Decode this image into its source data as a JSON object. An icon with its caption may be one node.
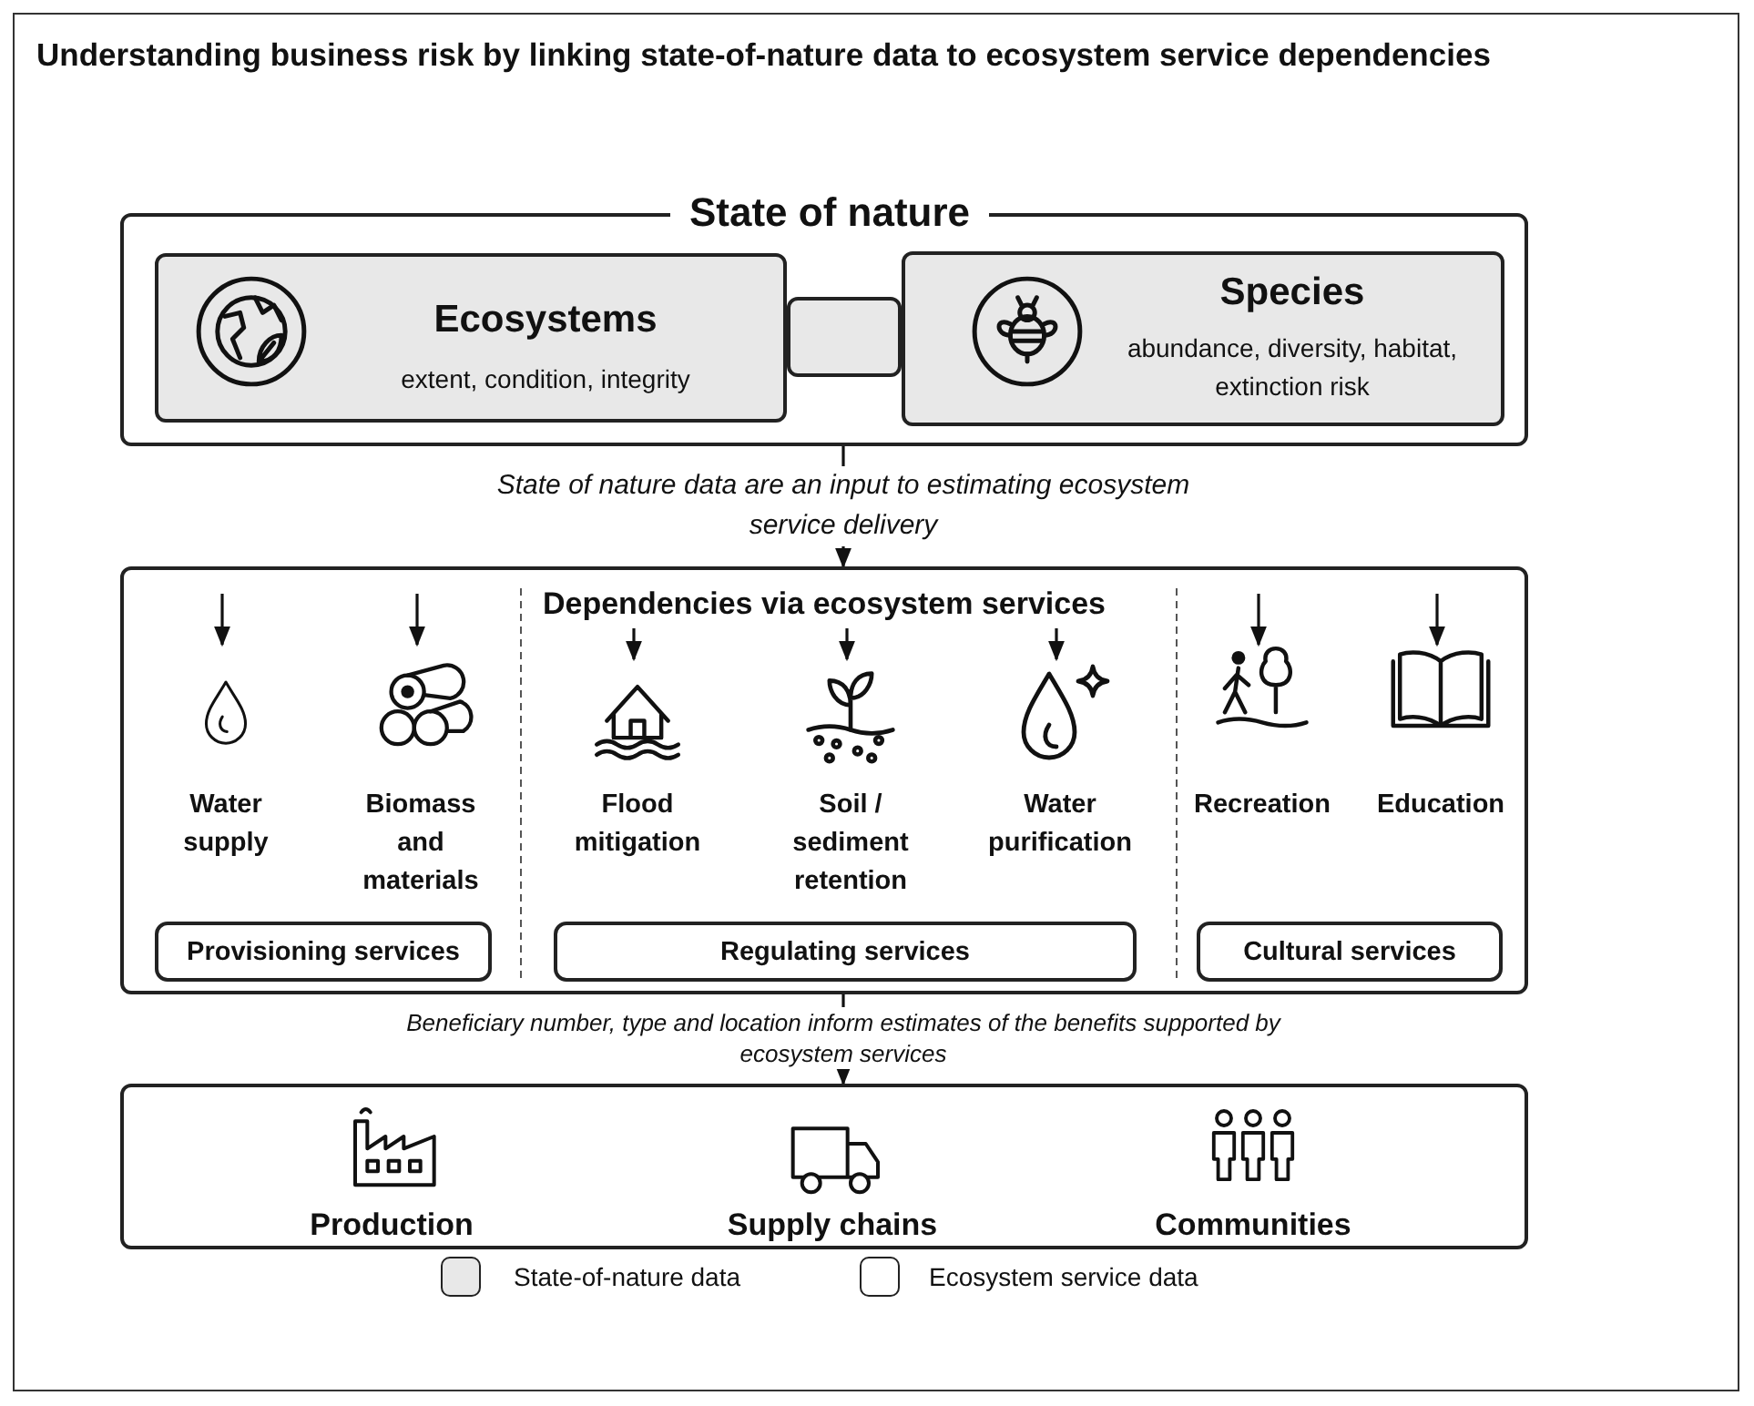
{
  "diagram": {
    "title": "Understanding business risk by linking state-of-nature data to ecosystem service dependencies",
    "nodes": [
      {
        "text": [
          "State of nature"
        ]
      },
      {
        "text": [
          "Ecosystems",
          "extent, condition, integrity"
        ],
        "in": 0
      },
      {
        "text": [],
        "shape": "box",
        "in": 0
      },
      {
        "text": [
          "Species",
          "abundance, diversity, habitat, extinction risk"
        ],
        "in": 0
      },
      {
        "text": [
          "Dependencies via ecosystem services"
        ]
      },
      {
        "text": [
          "Water supply"
        ],
        "in": 4
      },
      {
        "text": [
          "Biomass and materials"
        ],
        "in": 4
      },
      {
        "text": [
          "Flood mitigation"
        ],
        "in": 4
      },
      {
        "text": [
          "Soil / sediment retention"
        ],
        "in": 4
      },
      {
        "text": [
          "Water purification"
        ],
        "in": 4
      },
      {
        "text": [
          "Recreation"
        ],
        "in": 4
      },
      {
        "text": [
          "Education"
        ],
        "in": 4
      },
      {
        "text": [
          "Provisioning services"
        ],
        "in": 4
      },
      {
        "text": [
          "Regulating services"
        ],
        "in": 4
      },
      {
        "text": [
          "Cultural services"
        ],
        "in": 4
      },
      {
        "text": [],
        "shape": "box"
      },
      {
        "text": [
          "Production"
        ],
        "in": 15
      },
      {
        "text": [
          "Supply chains"
        ],
        "in": 15
      },
      {
        "text": [
          "Communities"
        ],
        "in": 15
      }
    ],
    "edges": [
      {
        "from": 0,
        "to": 4,
        "arrow": "to",
        "label": "State of nature data are an input to estimating ecosystem service delivery"
      },
      {
        "from": null,
        "to": 5,
        "arrow": "to"
      },
      {
        "from": null,
        "to": 6,
        "arrow": "to"
      },
      {
        "from": null,
        "to": 7,
        "arrow": "to"
      },
      {
        "from": null,
        "to": 8,
        "arrow": "to"
      },
      {
        "from": null,
        "to": 9,
        "arrow": "to"
      },
      {
        "from": null,
        "to": 10,
        "arrow": "to"
      },
      {
        "from": null,
        "to": 11,
        "arrow": "to"
      },
      {
        "from": 4,
        "to": 15,
        "arrow": "to",
        "label": "Beneficiary number, type and location inform estimates of the benefits supported by ecosystem services"
      }
    ],
    "legend": [
      {
        "text": "State-of-nature data",
        "color": "#e8e8e8"
      },
      {
        "text": "Ecosystem service data",
        "color": "#ffffff"
      }
    ]
  }
}
